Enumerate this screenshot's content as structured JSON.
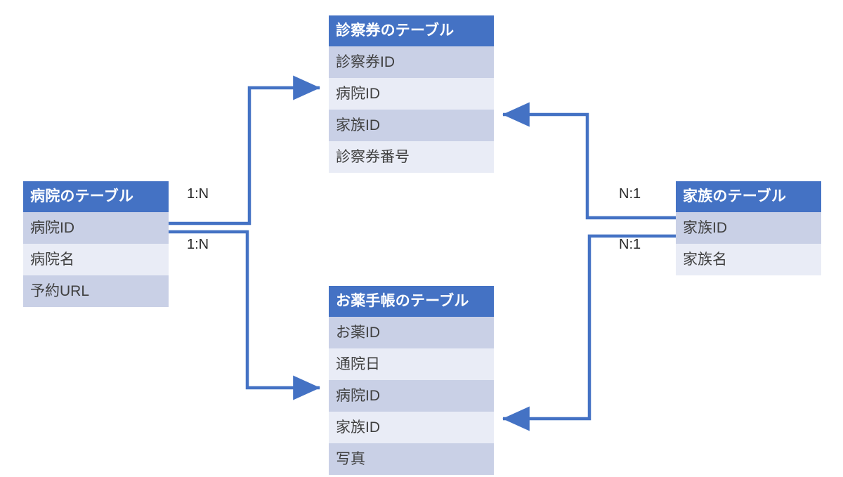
{
  "diagram": {
    "type": "entity-relationship-diagram",
    "accent_color": "#4472C4",
    "row_band_dark": "#C9D0E6",
    "row_band_light": "#E9ECF6",
    "background": "#FFFFFF"
  },
  "tables": [
    {
      "id": "shinsatsuken",
      "title": "診察券のテーブル",
      "fields": [
        "診察券ID",
        "病院ID",
        "家族ID",
        "診察券番号"
      ]
    },
    {
      "id": "byouin",
      "title": "病院のテーブル",
      "fields": [
        "病院ID",
        "病院名",
        "予約URL"
      ]
    },
    {
      "id": "kazoku",
      "title": "家族のテーブル",
      "fields": [
        "家族ID",
        "家族名"
      ]
    },
    {
      "id": "okusuri",
      "title": "お薬手帳のテーブル",
      "fields": [
        "お薬ID",
        "通院日",
        "病院ID",
        "家族ID",
        "写真"
      ]
    }
  ],
  "relationships": [
    {
      "id": "byouin-to-shinsatsuken",
      "label": "1:N",
      "from_table": "病院のテーブル",
      "from_field": "病院ID",
      "to_table": "診察券のテーブル",
      "to_field": "病院ID"
    },
    {
      "id": "byouin-to-okusuri",
      "label": "1:N",
      "from_table": "病院のテーブル",
      "from_field": "病院ID",
      "to_table": "お薬手帳のテーブル",
      "to_field": "病院ID"
    },
    {
      "id": "kazoku-to-shinsatsuken",
      "label": "N:1",
      "from_table": "家族のテーブル",
      "from_field": "家族ID",
      "to_table": "診察券のテーブル",
      "to_field": "家族ID"
    },
    {
      "id": "kazoku-to-okusuri",
      "label": "N:1",
      "from_table": "家族のテーブル",
      "from_field": "家族ID",
      "to_table": "お薬手帳のテーブル",
      "to_field": "家族ID"
    }
  ]
}
